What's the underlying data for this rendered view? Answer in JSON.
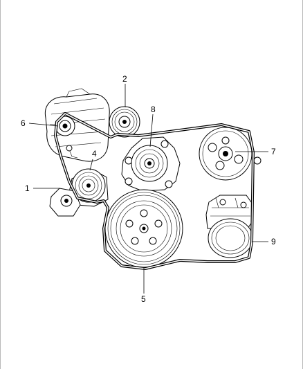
{
  "callouts": [
    {
      "id": "1",
      "label": "1"
    },
    {
      "id": "2",
      "label": "2"
    },
    {
      "id": "4",
      "label": "4"
    },
    {
      "id": "5",
      "label": "5"
    },
    {
      "id": "6",
      "label": "6"
    },
    {
      "id": "7",
      "label": "7"
    },
    {
      "id": "8",
      "label": "8"
    },
    {
      "id": "9",
      "label": "9"
    }
  ]
}
